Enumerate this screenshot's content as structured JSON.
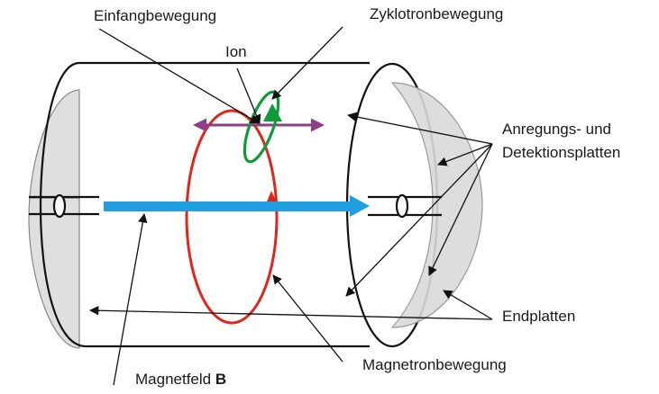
{
  "labels": {
    "einfang": "Einfangbewegung",
    "zyklotron": "Zyklotronbewegung",
    "ion": "Ion",
    "anregung_line1": "Anregungs- und",
    "anregung_line2": "Detektionsplatten",
    "endplatten": "Endplatten",
    "magnetron": "Magnetronbewegung",
    "magnetfeld": "Magnetfeld ",
    "magnetfeld_symbol": "B"
  },
  "colors": {
    "outline": "#111111",
    "endplate_fill": "#d9d9d9",
    "magnetfeld_arrow": "#1f9fe0",
    "magnetron_path": "#e0251b",
    "einfang_arrow": "#8a3f86",
    "zyklotron_path": "#109a3c"
  }
}
